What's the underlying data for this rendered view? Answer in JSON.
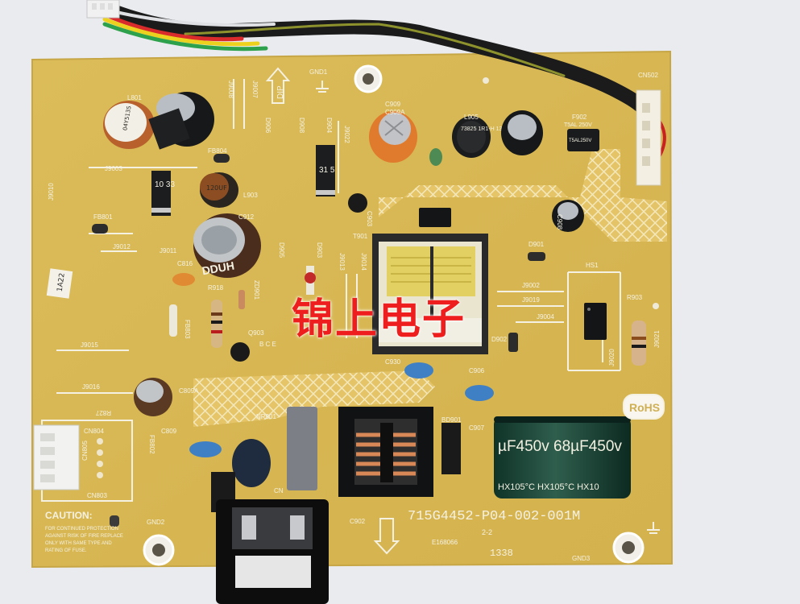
{
  "watermark": "锦上电子",
  "board": {
    "part_number": "715G4452-P04-002-001M",
    "revision": "2-2",
    "cert": "E168066",
    "rohs": "RoHS",
    "caution_title": "CAUTION:",
    "caution_lines": [
      "FOR CONTINUED PROTECTION",
      "AGAINST RISK OF FIRE REPLACE",
      "ONLY WITH SAME TYPE AND",
      "RATING OF FUSE."
    ],
    "lot_code": "1338",
    "handwritten_tag": "1A22",
    "dip_mark": "DIP"
  },
  "bulk_capacitor": {
    "marking": "µF450v  68µF450v",
    "temp": "HX105°C  HX105°C  HX10"
  },
  "labels": {
    "gnd1": "GND1",
    "gnd2": "GND2",
    "gnd3": "GND3",
    "l801": "L801",
    "fb804": "FB804",
    "fb801": "FB801",
    "fb803": "FB803",
    "fb802": "FB802",
    "j9008": "J9008",
    "j9007": "J9007",
    "j9003": "J9003",
    "j9012": "J9012",
    "j9011": "J9011",
    "j9010": "J9010",
    "j9015": "J9015",
    "j9016": "J9016",
    "j9022": "J9022",
    "j9013": "J9013",
    "j9014": "J9014",
    "j9002": "J9002",
    "j9019": "J9019",
    "j9004": "J9004",
    "j9020": "J9020",
    "j9021": "J9021",
    "d906": "D906",
    "d908": "D908",
    "d904": "D904",
    "d905": "D905",
    "d903": "D903",
    "d901": "D901",
    "d902": "D902",
    "c909": "C909",
    "c909a": "C909A",
    "c908": "C908",
    "c912": "C912",
    "c816": "C816",
    "c809": "C809",
    "c809a": "C809A",
    "c930": "C930",
    "c906": "C906",
    "c907": "C907",
    "c902": "C902",
    "c903": "C903",
    "l905": "L905",
    "l903": "L903",
    "f902": "F902",
    "f902_rating": "T5AL 250V",
    "t901": "T901",
    "hs1": "HS1",
    "r903": "R903",
    "r918": "R918",
    "r827": "R827",
    "zd901": "ZD901",
    "q903": "Q903",
    "nr901": "NR901",
    "bd901": "BD901",
    "cn502": "CN502",
    "cn804": "CN804",
    "cn805": "CN805",
    "cn803": "CN803",
    "cn": "CN",
    "cbe": "B C E"
  },
  "component_marks": {
    "l801_ink": "04Y5135",
    "l905_ink": "73825 1R1-H 1333 F",
    "f902_ink": "T5AL250V",
    "d904_ink": "31 5",
    "d_big_ink": "10 33",
    "cap_big": "DDUH",
    "c912_ink": "120UF"
  }
}
